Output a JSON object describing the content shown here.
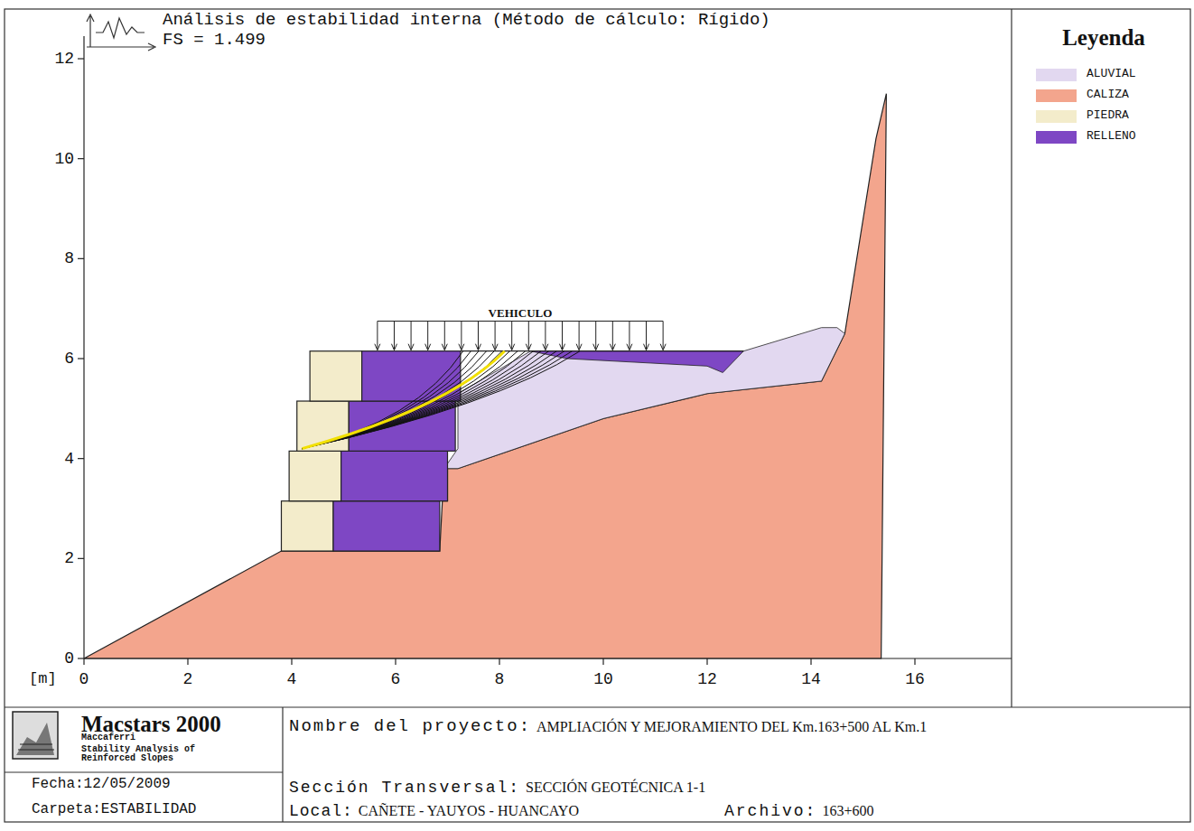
{
  "diagram": {
    "title": "Análisis de estabilidad interna (Método de cálculo: Rígido)",
    "labels": [
      "FS = 1.499",
      "12",
      "10",
      "8",
      "6",
      "4",
      "2",
      "0",
      "[m]",
      "0",
      "2",
      "4",
      "6",
      "8",
      "10",
      "12",
      "14",
      "16",
      "VEHICULO",
      "Leyenda",
      "Macstars 2000",
      "Maccaferri",
      "Stability Analysis of Reinforced Slopes",
      "Fecha:12/05/2009",
      "Carpeta:ESTABILIDAD",
      "Nombre del proyecto:",
      "AMPLIACIÓN Y MEJORAMIENTO DEL Km.163+500 AL Km.1",
      "Sección Transversal:",
      "SECCIÓN GEOTÉCNICA 1-1",
      "Local:",
      "CAÑETE - YAUYOS - HUANCAYO",
      "Archivo:",
      "163+600"
    ],
    "legend": [
      {
        "text": "ALUVIAL",
        "color": "#e2d8f0"
      },
      {
        "text": "CALIZA",
        "color": "#f3a58d"
      },
      {
        "text": "PIEDRA",
        "color": "#f3eccb"
      },
      {
        "text": "RELLENO",
        "color": "#7e47c4"
      }
    ]
  }
}
